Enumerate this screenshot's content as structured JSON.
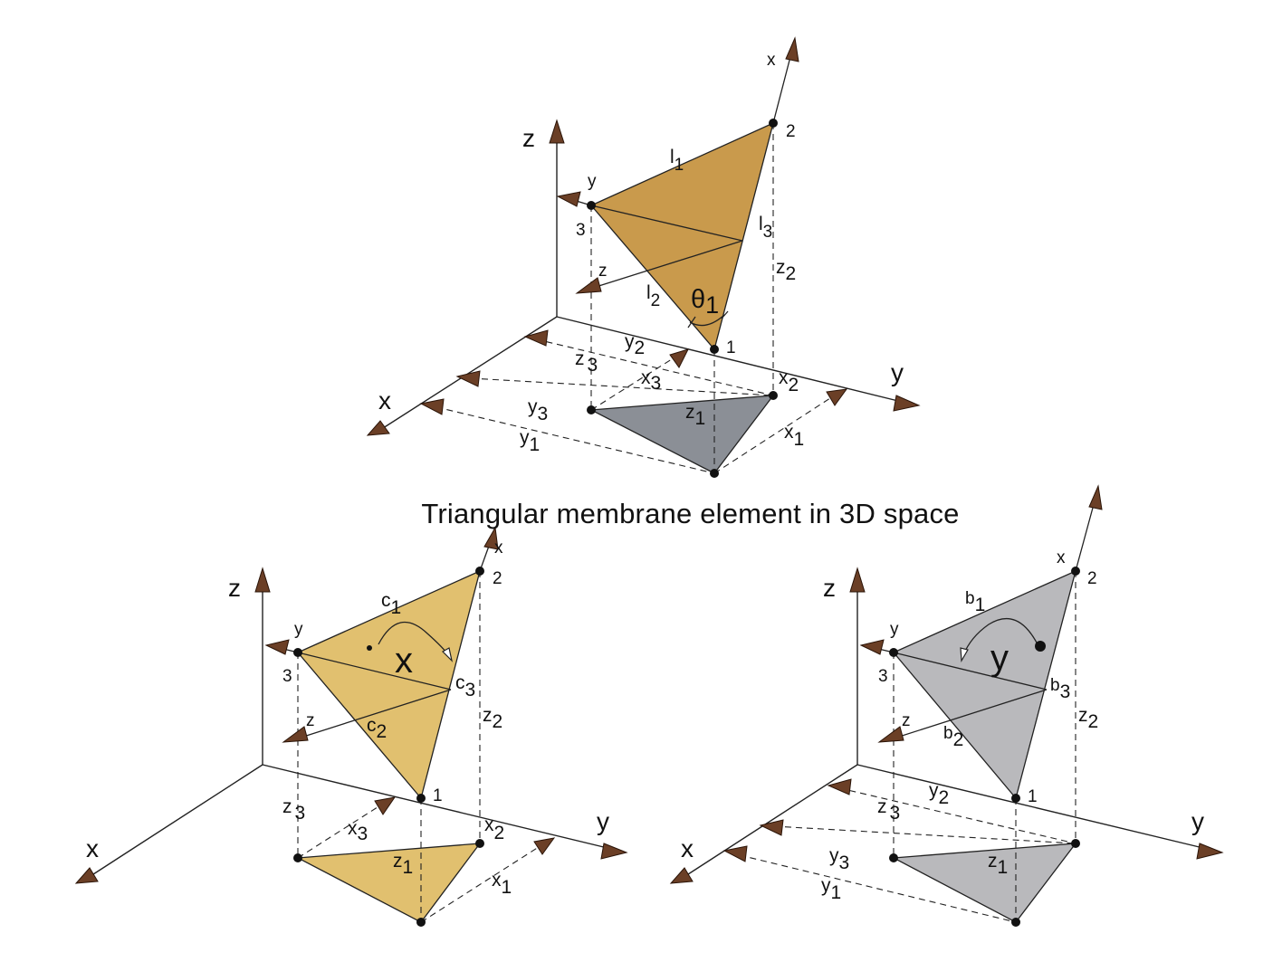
{
  "caption": "Triangular membrane element in 3D space",
  "colors": {
    "triangle_top": "#c99a4c",
    "projection_top": "#8b8f96",
    "triangle_left": "#e1c06f",
    "projection_left": "#e1c06f",
    "triangle_right": "#b9b9bc",
    "projection_right": "#b9b9bc",
    "arrowhead": "#6b3f26"
  },
  "top": {
    "global_axes": {
      "x": "x",
      "y": "y",
      "z": "z"
    },
    "local_axes": {
      "x": "x",
      "y": "y",
      "z": "z"
    },
    "nodes": [
      "1",
      "2",
      "3"
    ],
    "edges": {
      "l1": [
        "l",
        "1"
      ],
      "l2": [
        "l",
        "2"
      ],
      "l3": [
        "l",
        "3"
      ]
    },
    "angle": [
      "θ",
      "1"
    ],
    "dims": {
      "x1": [
        "x",
        "1"
      ],
      "x2": [
        "x",
        "2"
      ],
      "x3": [
        "x",
        "3"
      ],
      "y1": [
        "y",
        "1"
      ],
      "y2": [
        "y",
        "2"
      ],
      "y3": [
        "y",
        "3"
      ],
      "z1": [
        "z",
        "1"
      ],
      "z2": [
        "z",
        "2"
      ],
      "z3": [
        "z",
        "3"
      ]
    }
  },
  "left": {
    "global_axes": {
      "x": "x",
      "y": "y",
      "z": "z"
    },
    "local_axes": {
      "x": "x",
      "y": "y",
      "z": "z"
    },
    "nodes": [
      "1",
      "2",
      "3"
    ],
    "edges": {
      "c1": [
        "c",
        "1"
      ],
      "c2": [
        "c",
        "2"
      ],
      "c3": [
        "c",
        "3"
      ]
    },
    "moment": "x",
    "dims": {
      "x1": [
        "x",
        "1"
      ],
      "x2": [
        "x",
        "2"
      ],
      "x3": [
        "x",
        "3"
      ],
      "z1": [
        "z",
        "1"
      ],
      "z2": [
        "z",
        "2"
      ],
      "z3": [
        "z",
        "3"
      ]
    }
  },
  "right": {
    "global_axes": {
      "x": "x",
      "y": "y",
      "z": "z"
    },
    "local_axes": {
      "x": "x",
      "y": "y",
      "z": "z"
    },
    "nodes": [
      "1",
      "2",
      "3"
    ],
    "edges": {
      "b1": [
        "b",
        "1"
      ],
      "b2": [
        "b",
        "2"
      ],
      "b3": [
        "b",
        "3"
      ]
    },
    "moment": "y",
    "dims": {
      "y1": [
        "y",
        "1"
      ],
      "y2": [
        "y",
        "2"
      ],
      "y3": [
        "y",
        "3"
      ],
      "z1": [
        "z",
        "1"
      ],
      "z2": [
        "z",
        "2"
      ],
      "z3": [
        "z",
        "3"
      ]
    }
  }
}
